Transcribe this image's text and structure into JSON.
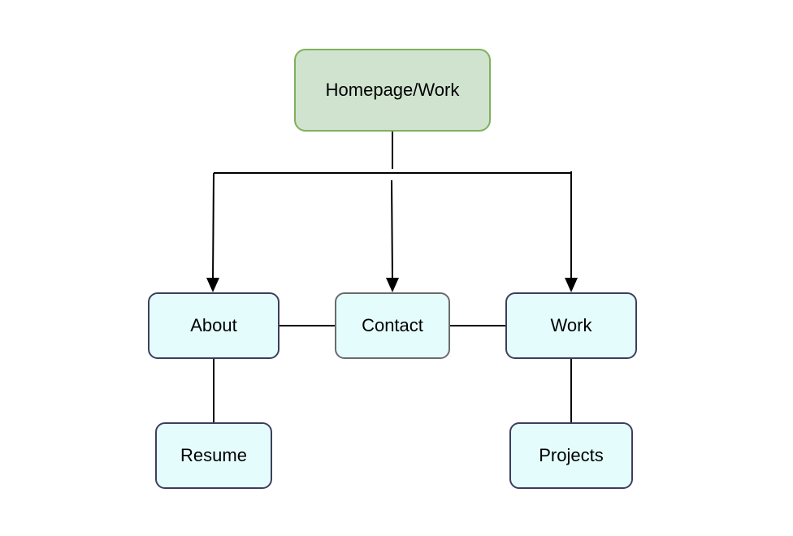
{
  "nodes": {
    "home": "Homepage/Work",
    "about": "About",
    "contact": "Contact",
    "work": "Work",
    "resume": "Resume",
    "projects": "Projects"
  },
  "colors": {
    "root_fill": "#cfe3cf",
    "root_border": "#7fb05b",
    "child_fill": "#e5fcfd",
    "child_border": "#3c3f5c",
    "line": "#000000"
  },
  "connections": [
    {
      "from": "home",
      "to": "about",
      "arrow": true
    },
    {
      "from": "home",
      "to": "contact",
      "arrow": true
    },
    {
      "from": "home",
      "to": "work",
      "arrow": true
    },
    {
      "from": "about",
      "to": "contact",
      "arrow": false
    },
    {
      "from": "contact",
      "to": "work",
      "arrow": false
    },
    {
      "from": "about",
      "to": "resume",
      "arrow": false
    },
    {
      "from": "work",
      "to": "projects",
      "arrow": false
    }
  ]
}
